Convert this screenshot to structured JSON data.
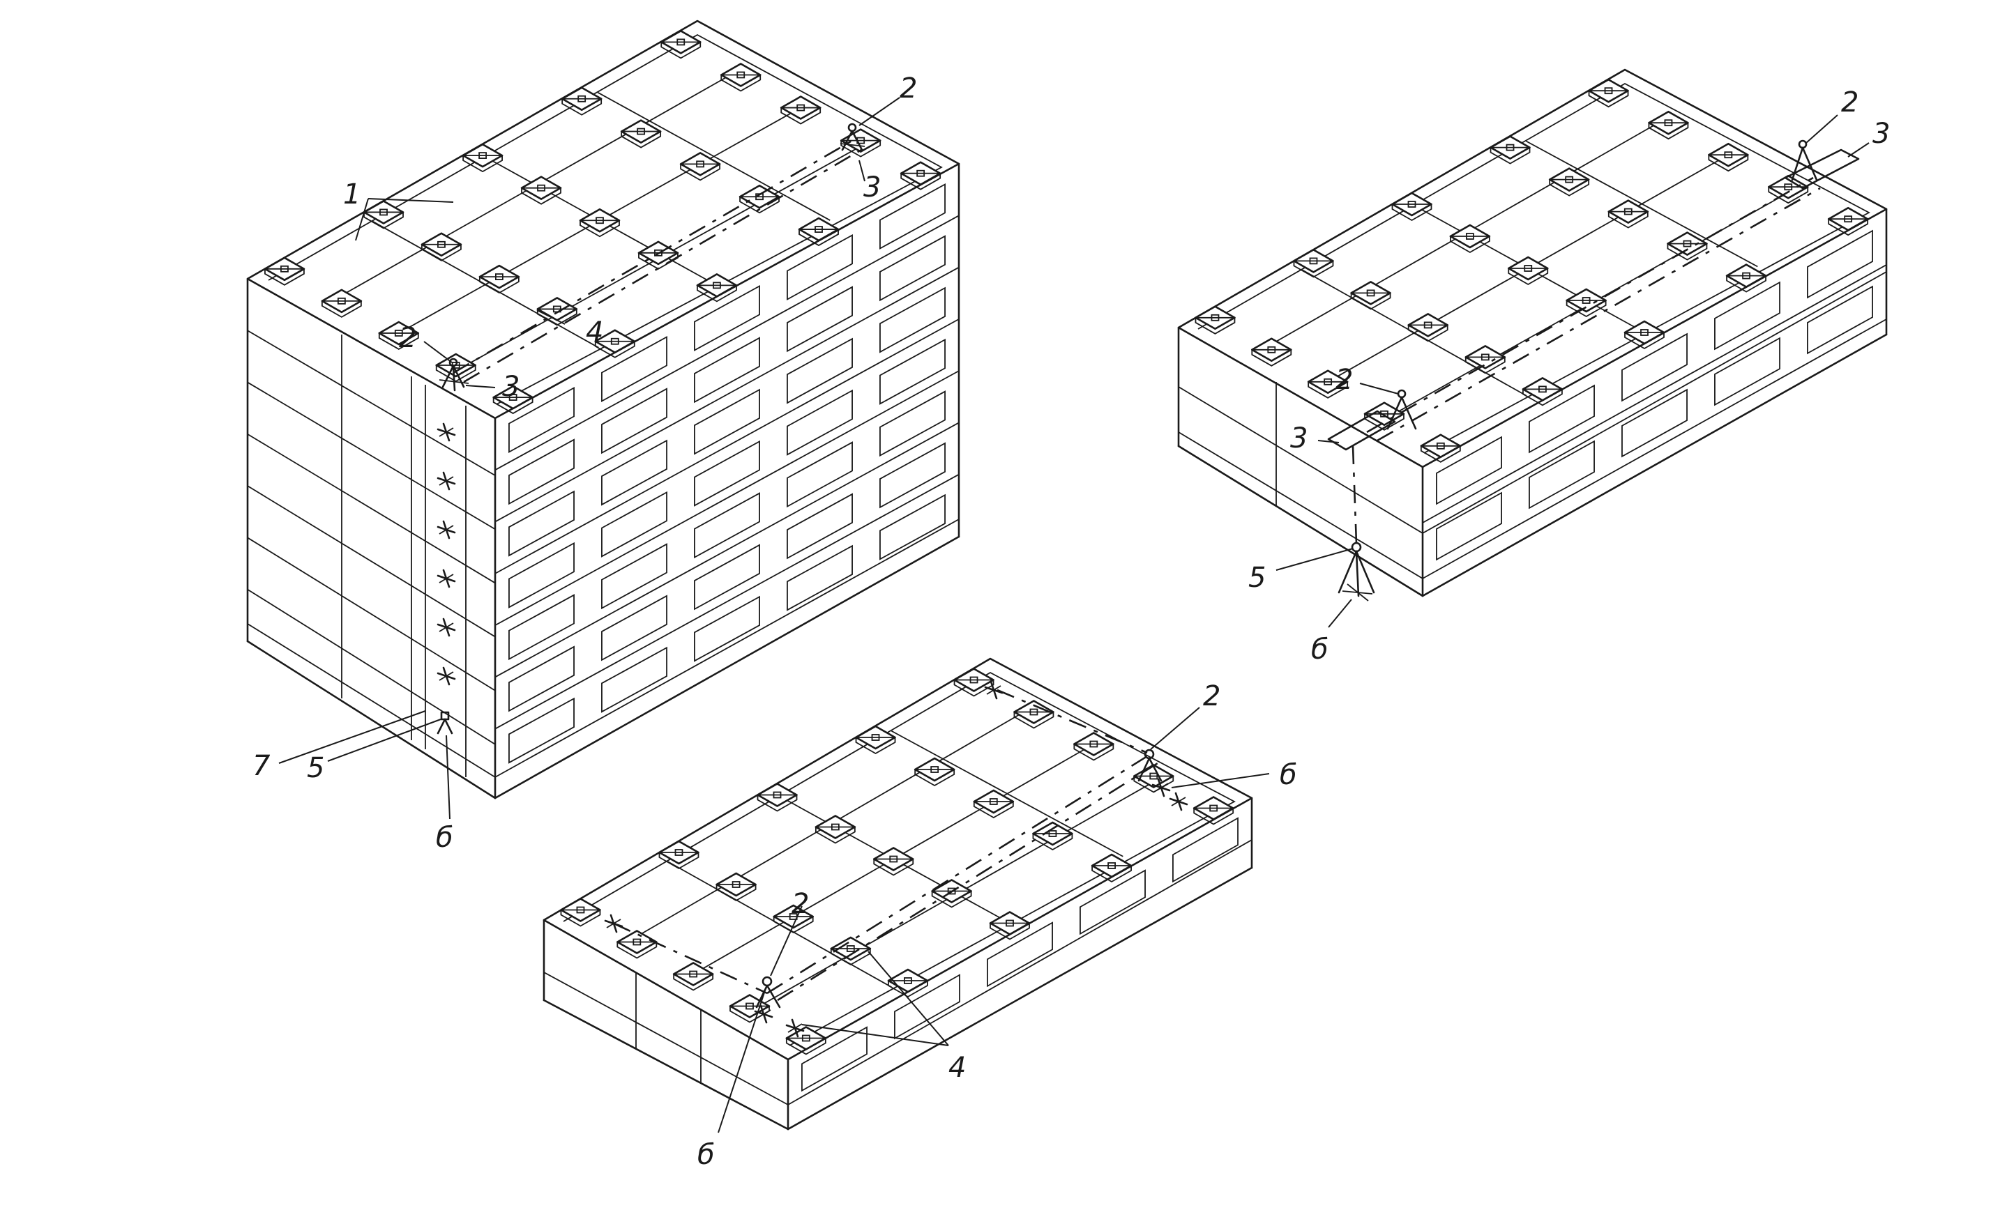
{
  "labels": {
    "n1": "1",
    "n2": "2",
    "n3": "3",
    "n4": "4",
    "n5": "5",
    "n6": "б",
    "n7": "7"
  }
}
